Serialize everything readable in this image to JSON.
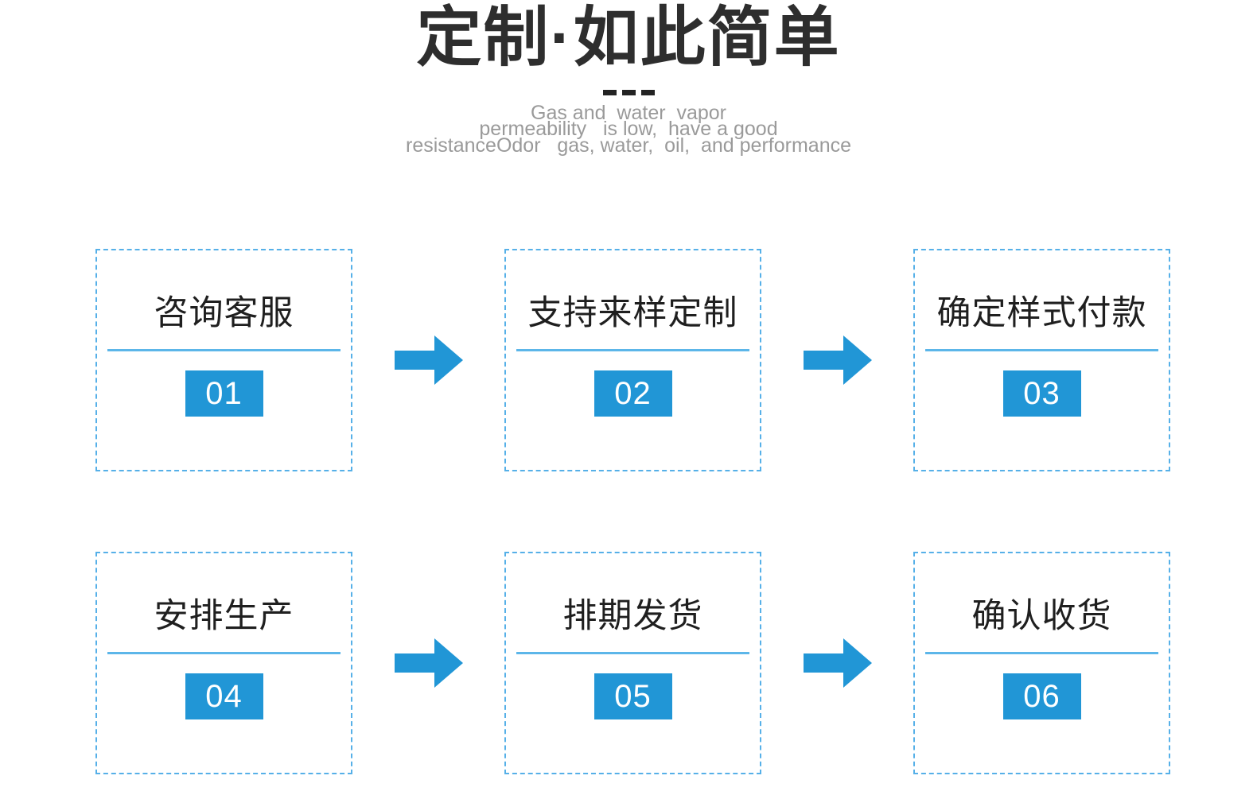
{
  "header": {
    "title": "定制·如此简单",
    "dash_divider": {
      "icon": "dashed-divider-icon",
      "dash_count": 3
    },
    "subtitle_lines": [
      "Gas and  water  vapor",
      "permeability   is low,  have a good",
      "resistanceOdor   gas, water,  oil,  and performance"
    ]
  },
  "colors": {
    "title_text": "#2e2e2e",
    "subtitle_text": "#9a9a9a",
    "card_border": "#56b0e8",
    "card_rule": "#5cb6e9",
    "badge_bg": "#2196d6",
    "badge_text": "#ffffff",
    "arrow": "#2196d6",
    "background": "#ffffff"
  },
  "flow": {
    "arrow_icon": "arrow-right-icon",
    "rows": [
      {
        "steps": [
          {
            "label": "咨询客服",
            "number": "01"
          },
          {
            "label": "支持来样定制",
            "number": "02"
          },
          {
            "label": "确定样式付款",
            "number": "03"
          }
        ]
      },
      {
        "steps": [
          {
            "label": "安排生产",
            "number": "04"
          },
          {
            "label": "排期发货",
            "number": "05"
          },
          {
            "label": "确认收货",
            "number": "06"
          }
        ]
      }
    ]
  }
}
